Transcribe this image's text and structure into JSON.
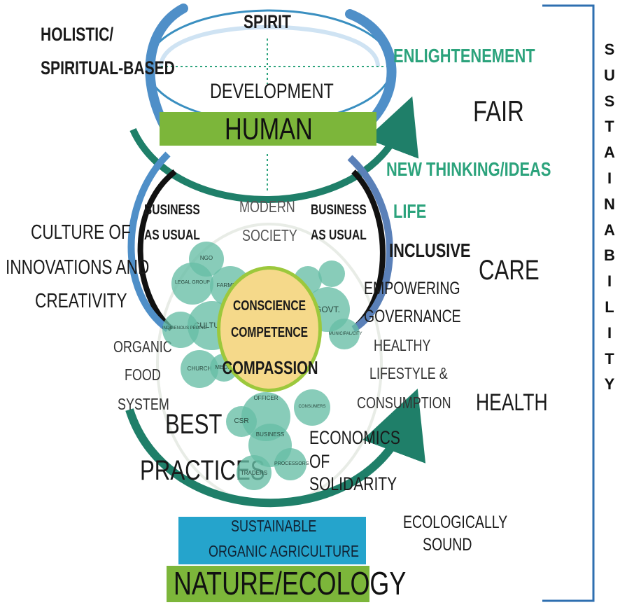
{
  "colors": {
    "green_bar": "#7cb63a",
    "blue_bar": "#25a4cc",
    "bubble": "#66bea5",
    "core": "#f5d98a",
    "teal_arrow": "#1f7f69",
    "blue_arrow": "#4f8fc8",
    "teal_text": "#2ca37c"
  },
  "top": {
    "spirit": "SPIRIT",
    "holistic": "HOLISTIC/",
    "spiritual_based": "SPIRITUAL-BASED",
    "enlightenment": "ENLIGHTENEMENT",
    "development": "DEVELOPMENT",
    "fair": "FAIR",
    "human": "HUMAN",
    "new_thinking": "NEW THINKING/IDEAS",
    "life": "LIFE"
  },
  "middle": {
    "business_left_1": "BUSINESS",
    "business_left_2": "AS USUAL",
    "business_right_1": "BUSINESS",
    "business_right_2": "AS USUAL",
    "modern": "MODERN",
    "society": "SOCIETY",
    "culture_1": "CULTURE OF",
    "culture_2": "INNOVATIONS AND",
    "culture_3": "CREATIVITY",
    "inclusive": "INCLUSIVE",
    "care": "CARE",
    "empowering": "EMPOWERING",
    "governance": "GOVERNANCE",
    "healthy": "HEALTHY",
    "lifestyle": "LIFESTYLE &",
    "consumption": "CONSUMPTION",
    "health": "HEALTH",
    "organic": "ORGANIC",
    "food": "FOOD",
    "system": "SYSTEM",
    "best": "BEST",
    "practices": "PRACTICES",
    "economics": "ECONOMICS",
    "of": "OF",
    "solidarity": "SOLIDARITY"
  },
  "core": {
    "conscience": "CONSCIENCE",
    "competence": "COMPETENCE",
    "compassion": "COMPASSION"
  },
  "bubbles": {
    "culture": "CULTURE",
    "govt": "GOVT.",
    "csr": "CSR",
    "business": "BUSINESS",
    "traders": "TRADERS",
    "church": "CHURCH",
    "officer": "OFFICER",
    "consumers": "CONSUMERS",
    "legal_group": "LEGAL GROUP",
    "indigenous": "INDIGENOUS PEOPLE",
    "farmers": "FARMERS",
    "municipality": "MUNICIPAL/CITY",
    "media": "MEDIA",
    "ngo": "NGO",
    "processors": "PROCESSORS"
  },
  "bottom": {
    "sustainable": "SUSTAINABLE",
    "organic_agriculture": "ORGANIC AGRICULTURE",
    "nature": "NATURE/ECOLOGY",
    "ecologically": "ECOLOGICALLY",
    "sound": "SOUND"
  },
  "sustainability_letters": [
    "S",
    "U",
    "S",
    "T",
    "A",
    "I",
    "N",
    "A",
    "B",
    "I",
    "L",
    "I",
    "T",
    "Y"
  ]
}
